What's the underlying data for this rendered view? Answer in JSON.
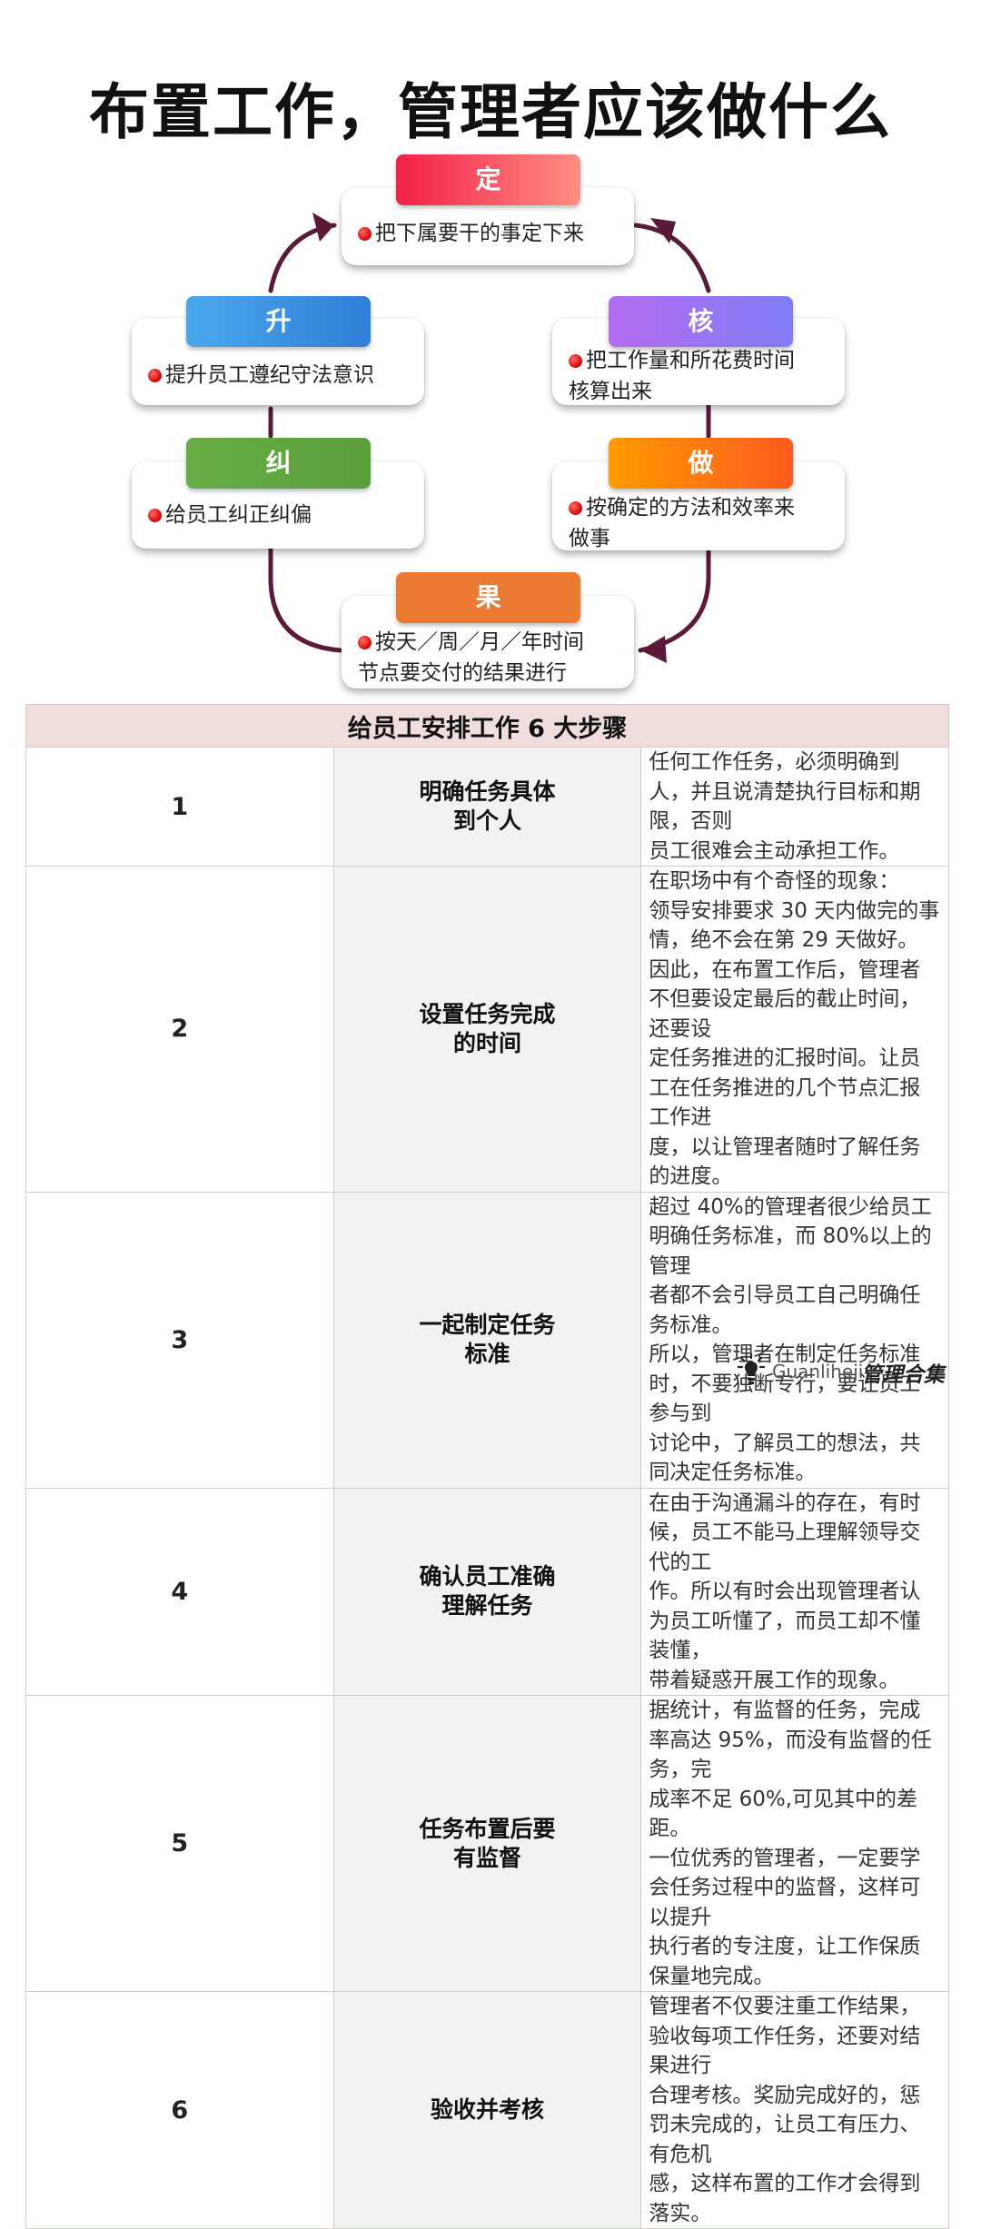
{
  "title": "布置工作，管理者应该做什么",
  "cycle": [
    {
      "key": "ding",
      "label": "定",
      "text_lines": [
        "把下属要干的事定下来"
      ],
      "color_from": "#f21f4a",
      "color_to": "#ff8f7f"
    },
    {
      "key": "he",
      "label": "核",
      "text_lines": [
        "把工作量和所花费时间",
        "核算出来"
      ],
      "color_from": "#b46bf2",
      "color_to": "#7f7cf5"
    },
    {
      "key": "zuo",
      "label": "做",
      "text_lines": [
        "按确定的方法和效率来",
        "做事"
      ],
      "color_from": "#ff9a00",
      "color_to": "#ff5a1f"
    },
    {
      "key": "guo",
      "label": "果",
      "text_lines": [
        "按天／周／月／年时间",
        "节点要交付的结果进行"
      ],
      "color_from": "#ec7a33",
      "color_to": "#ec7a33"
    },
    {
      "key": "jiu",
      "label": "纠",
      "text_lines": [
        "给员工纠正纠偏"
      ],
      "color_from": "#67ad44",
      "color_to": "#5a9f3a"
    },
    {
      "key": "sheng",
      "label": "升",
      "text_lines": [
        "提升员工遵纪守法意识"
      ],
      "color_from": "#4aa8ec",
      "color_to": "#2f7fd8"
    }
  ],
  "arrow_color": "#5a1a38",
  "table": {
    "header": "给员工安排工作 6 大步骤",
    "rows": [
      {
        "num": "1",
        "name_lines": [
          "明确任务具体",
          "到个人"
        ],
        "desc_lines": [
          "任何工作任务，必须明确到人，并且说清楚执行目标和期限，否则",
          "员工很难会主动承担工作。"
        ]
      },
      {
        "num": "2",
        "name_lines": [
          "设置任务完成",
          "的时间"
        ],
        "desc_lines": [
          "在职场中有个奇怪的现象：",
          "领导安排要求 30 天内做完的事情，绝不会在第 29 天做好。",
          "因此，在布置工作后，管理者不但要设定最后的截止时间，还要设",
          "定任务推进的汇报时间。让员工在任务推进的几个节点汇报工作进",
          "度，以让管理者随时了解任务的进度。"
        ]
      },
      {
        "num": "3",
        "name_lines": [
          "一起制定任务",
          "标准"
        ],
        "desc_lines": [
          "超过 40%的管理者很少给员工明确任务标准，而 80%以上的管理",
          "者都不会引导员工自己明确任务标准。",
          "所以，管理者在制定任务标准时，不要独断专行，要让员工参与到",
          "讨论中，了解员工的想法，共同决定任务标准。"
        ]
      },
      {
        "num": "4",
        "name_lines": [
          "确认员工准确",
          "理解任务"
        ],
        "desc_lines": [
          "在由于沟通漏斗的存在，有时候，员工不能马上理解领导交代的工",
          "作。所以有时会出现管理者认为员工听懂了，而员工却不懂装懂，",
          "带着疑惑开展工作的现象。"
        ]
      },
      {
        "num": "5",
        "name_lines": [
          "任务布置后要",
          "有监督"
        ],
        "desc_lines": [
          "据统计，有监督的任务，完成率高达 95%，而没有监督的任务，完",
          "成率不足 60%,可见其中的差距。",
          "一位优秀的管理者，一定要学会任务过程中的监督，这样可以提升",
          "执行者的专注度，让工作保质保量地完成。"
        ]
      },
      {
        "num": "6",
        "name_lines": [
          "验收并考核"
        ],
        "desc_lines": [
          "管理者不仅要注重工作结果，验收每项工作任务，还要对结果进行",
          "合理考核。奖励完成好的，惩罚未完成的，让员工有压力、有危机",
          "感，这样布置的工作才会得到落实。"
        ]
      }
    ]
  },
  "footer": {
    "latin": "Guanliheji",
    "chinese": "管理合集",
    "icon": "lightbulb-icon"
  }
}
